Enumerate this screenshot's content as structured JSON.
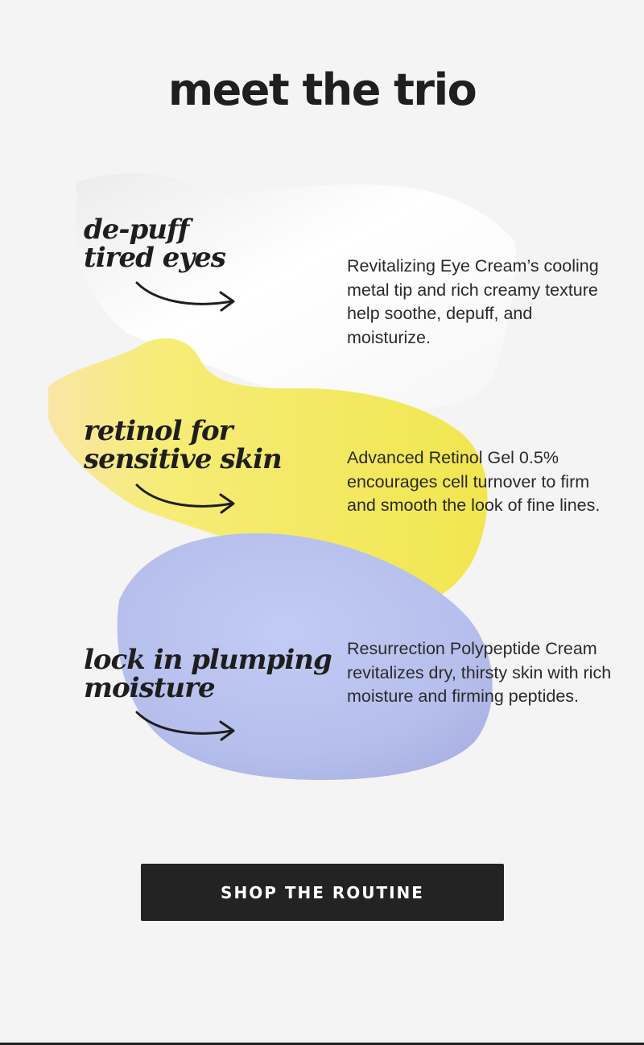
{
  "page": {
    "title": "meet the trio"
  },
  "products": [
    {
      "headline_lines": [
        "de-puff",
        "tired eyes"
      ],
      "description": "Revitalizing Eye Cream’s cooling metal tip and rich creamy texture help soothe, depuff, and moisturize.",
      "swatch_color": "#ffffff"
    },
    {
      "headline_lines": [
        "retinol for",
        "sensitive skin"
      ],
      "description": "Advanced Retinol Gel 0.5% encourages cell turnover to firm and smooth the look of fine lines.",
      "swatch_color": "#f3ea5a"
    },
    {
      "headline_lines": [
        "lock in plumping",
        "moisture"
      ],
      "description": "Resurrection Polypeptide Cream revitalizes dry, thirsty skin with rich moisture and firming peptides.",
      "swatch_color": "#b9c2ee"
    }
  ],
  "cta": {
    "label": "SHOP THE ROUTINE"
  },
  "colors": {
    "background": "#f4f4f4",
    "text": "#222222",
    "button": "#232323",
    "button_text": "#ffffff"
  }
}
